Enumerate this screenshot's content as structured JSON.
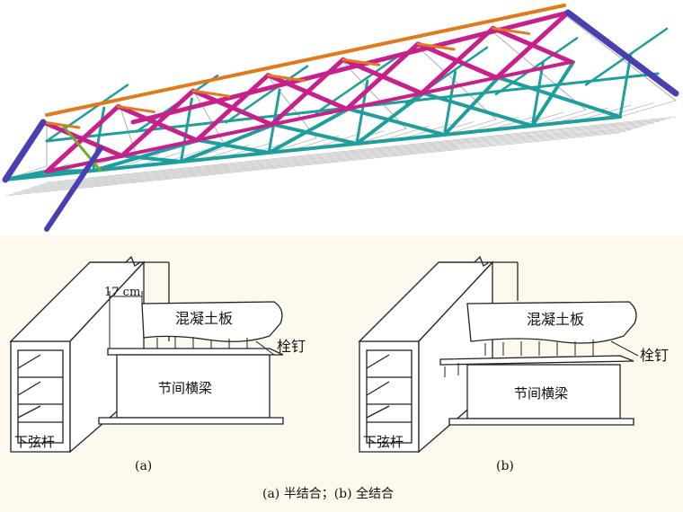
{
  "figure": {
    "caption": "(a)  半结合；(b)  全结合",
    "panel_a": {
      "label": "(a)",
      "dimension": "17 cm",
      "slab": "混凝土板",
      "studs": "栓钉",
      "floor_beam": "节间横梁",
      "bottom_chord": "下弦杆"
    },
    "panel_b": {
      "label": "(b)",
      "slab": "混凝土板",
      "studs": "栓钉",
      "floor_beam": "节间横梁",
      "bottom_chord": "下弦杆"
    }
  },
  "colors": {
    "top_chord_brace": "#c8208a",
    "bottom_brace": "#1e9e9c",
    "end_post": "#4a3fb0",
    "top_lateral": "#e07a1a",
    "top_lateral_green": "#6fae2a",
    "deck_grid": "#b9b9b9",
    "bottom_background": "#fdf9ef"
  }
}
